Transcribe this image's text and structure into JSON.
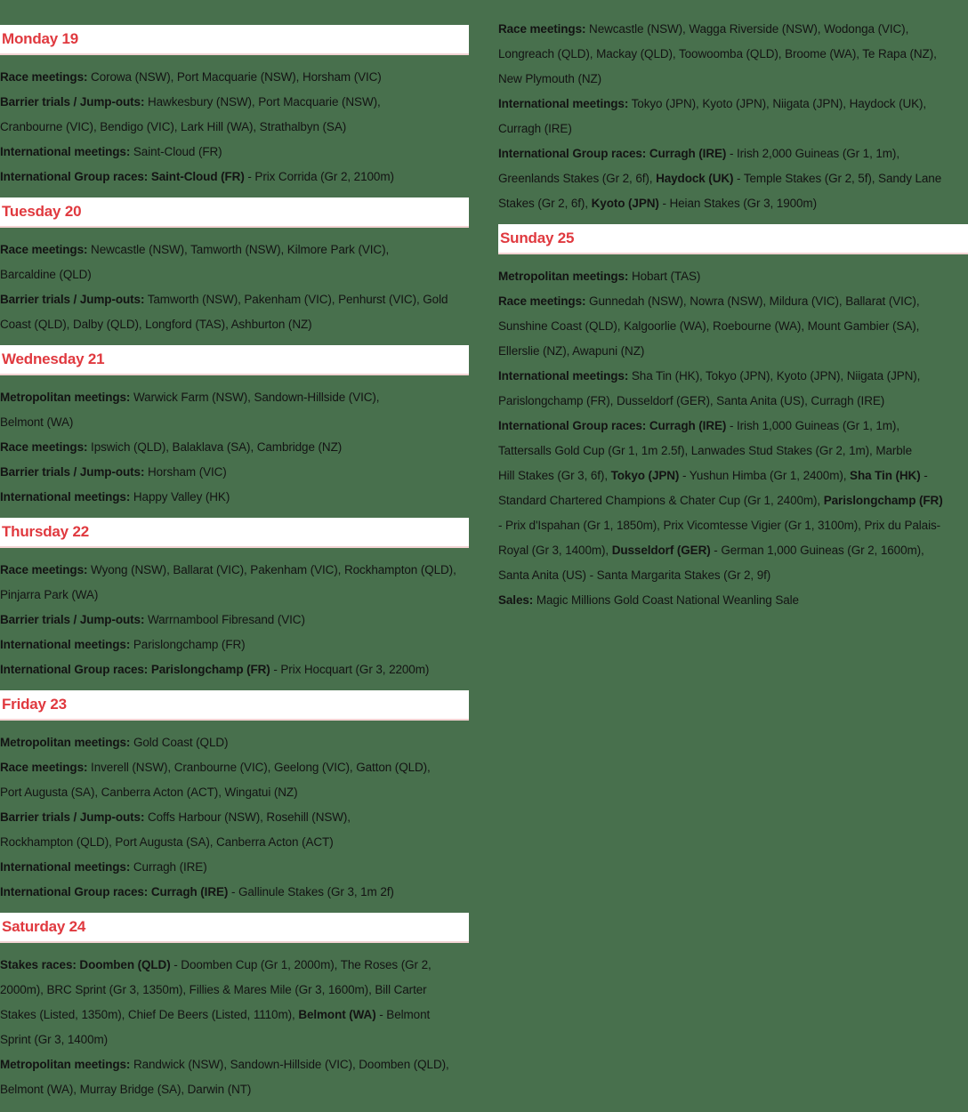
{
  "page": {
    "background_color": "#48704d",
    "bar_color": "#ffffff",
    "bar_underline_color": "#f3d3d3",
    "day_title_color": "#e0393f",
    "body_text_color": "#131313"
  },
  "calendar": {
    "columns": [
      {
        "blocks": [
          {
            "day": "Monday 19"
          },
          {
            "paragraph": [
              {
                "t": "Race meetings:",
                "bold": true
              },
              {
                "t": " Corowa (NSW), Port Macquarie (NSW), Horsham (VIC)"
              }
            ]
          },
          {
            "paragraph": [
              {
                "t": "Barrier trials / Jump-outs:",
                "bold": true
              },
              {
                "t": " Hawkesbury (NSW), Port Macquarie (NSW),\nCranbourne (VIC), Bendigo (VIC), Lark Hill (WA), Strathalbyn (SA)"
              }
            ]
          },
          {
            "paragraph": [
              {
                "t": "International meetings:",
                "bold": true
              },
              {
                "t": " Saint-Cloud (FR)"
              }
            ]
          },
          {
            "paragraph": [
              {
                "t": "International Group races: Saint-Cloud (FR)",
                "bold": true
              },
              {
                "t": " - Prix Corrida (Gr 2, 2100m)"
              }
            ]
          },
          {
            "day": "Tuesday 20"
          },
          {
            "paragraph": [
              {
                "t": "Race meetings:",
                "bold": true
              },
              {
                "t": " Newcastle (NSW), Tamworth (NSW), Kilmore Park (VIC),\nBarcaldine (QLD)"
              }
            ]
          },
          {
            "paragraph": [
              {
                "t": "Barrier trials / Jump-outs:",
                "bold": true
              },
              {
                "t": " Tamworth (NSW), Pakenham (VIC), Penhurst (VIC), Gold\nCoast (QLD), Dalby (QLD), Longford (TAS), Ashburton (NZ)"
              }
            ]
          },
          {
            "day": "Wednesday 21"
          },
          {
            "paragraph": [
              {
                "t": "Metropolitan meetings:",
                "bold": true
              },
              {
                "t": " Warwick Farm (NSW), Sandown-Hillside (VIC),\nBelmont (WA)"
              }
            ]
          },
          {
            "paragraph": [
              {
                "t": "Race meetings:",
                "bold": true
              },
              {
                "t": " Ipswich (QLD), Balaklava (SA), Cambridge (NZ)"
              }
            ]
          },
          {
            "paragraph": [
              {
                "t": "Barrier trials / Jump-outs:",
                "bold": true
              },
              {
                "t": " Horsham (VIC)"
              }
            ]
          },
          {
            "paragraph": [
              {
                "t": "International meetings:",
                "bold": true
              },
              {
                "t": " Happy Valley (HK)"
              }
            ]
          },
          {
            "day": "Thursday 22"
          },
          {
            "paragraph": [
              {
                "t": "Race meetings:",
                "bold": true
              },
              {
                "t": " Wyong (NSW), Ballarat (VIC), Pakenham (VIC), Rockhampton (QLD),\nPinjarra Park (WA)"
              }
            ]
          },
          {
            "paragraph": [
              {
                "t": "Barrier trials / Jump-outs:",
                "bold": true
              },
              {
                "t": " Warrnambool Fibresand (VIC)"
              }
            ]
          },
          {
            "paragraph": [
              {
                "t": "International meetings:",
                "bold": true
              },
              {
                "t": " Parislongchamp (FR)"
              }
            ]
          },
          {
            "paragraph": [
              {
                "t": "International Group races: Parislongchamp (FR)",
                "bold": true
              },
              {
                "t": " - Prix Hocquart (Gr 3, 2200m)"
              }
            ]
          },
          {
            "day": "Friday 23"
          },
          {
            "paragraph": [
              {
                "t": "Metropolitan meetings:",
                "bold": true
              },
              {
                "t": " Gold Coast (QLD)"
              }
            ]
          },
          {
            "paragraph": [
              {
                "t": "Race meetings:",
                "bold": true
              },
              {
                "t": " Inverell (NSW), Cranbourne (VIC), Geelong (VIC), Gatton (QLD),\nPort Augusta (SA), Canberra Acton (ACT), Wingatui (NZ)"
              }
            ]
          },
          {
            "paragraph": [
              {
                "t": "Barrier trials / Jump-outs:",
                "bold": true
              },
              {
                "t": " Coffs Harbour (NSW), Rosehill (NSW),\nRockhampton (QLD), Port Augusta (SA), Canberra Acton (ACT)"
              }
            ]
          },
          {
            "paragraph": [
              {
                "t": "International meetings:",
                "bold": true
              },
              {
                "t": " Curragh (IRE)"
              }
            ]
          },
          {
            "paragraph": [
              {
                "t": "International Group races: Curragh (IRE)",
                "bold": true
              },
              {
                "t": " - Gallinule Stakes (Gr 3, 1m 2f)"
              }
            ]
          },
          {
            "day": "Saturday 24"
          },
          {
            "paragraph": [
              {
                "t": "Stakes races: Doomben (QLD)",
                "bold": true
              },
              {
                "t": " - Doomben Cup (Gr 1, 2000m), The Roses (Gr 2,\n2000m), BRC Sprint (Gr 3, 1350m), Fillies & Mares Mile (Gr 3, 1600m), Bill Carter\nStakes (Listed, 1350m), Chief De Beers (Listed, 1110m), "
              },
              {
                "t": "Belmont (WA)",
                "bold": true
              },
              {
                "t": " - Belmont\nSprint (Gr 3, 1400m)"
              }
            ]
          },
          {
            "paragraph": [
              {
                "t": "Metropolitan meetings:",
                "bold": true
              },
              {
                "t": " Randwick (NSW), Sandown-Hillside (VIC), Doomben (QLD),\nBelmont (WA), Murray Bridge (SA), Darwin (NT)"
              }
            ]
          }
        ]
      },
      {
        "blocks": [
          {
            "paragraph": [
              {
                "t": "Race meetings:",
                "bold": true
              },
              {
                "t": " Newcastle (NSW), Wagga Riverside (NSW), Wodonga (VIC),\nLongreach (QLD), Mackay (QLD), Toowoomba (QLD), Broome (WA), Te Rapa (NZ),\nNew Plymouth (NZ)"
              }
            ]
          },
          {
            "paragraph": [
              {
                "t": "International meetings:",
                "bold": true
              },
              {
                "t": " Tokyo (JPN), Kyoto (JPN), Niigata (JPN), Haydock (UK),\nCurragh (IRE)"
              }
            ]
          },
          {
            "paragraph": [
              {
                "t": "International Group races: Curragh (IRE)",
                "bold": true
              },
              {
                "t": " - Irish 2,000 Guineas (Gr 1, 1m),\nGreenlands Stakes (Gr 2, 6f), "
              },
              {
                "t": "Haydock (UK)",
                "bold": true
              },
              {
                "t": " - Temple Stakes (Gr 2, 5f), Sandy Lane\nStakes (Gr 2, 6f), "
              },
              {
                "t": "Kyoto (JPN)",
                "bold": true
              },
              {
                "t": " - Heian Stakes (Gr 3, 1900m)"
              }
            ]
          },
          {
            "day": "Sunday 25"
          },
          {
            "paragraph": [
              {
                "t": "Metropolitan meetings:",
                "bold": true
              },
              {
                "t": " Hobart (TAS)"
              }
            ]
          },
          {
            "paragraph": [
              {
                "t": "Race meetings:",
                "bold": true
              },
              {
                "t": " Gunnedah (NSW), Nowra (NSW), Mildura (VIC), Ballarat (VIC),\nSunshine Coast (QLD), Kalgoorlie (WA), Roebourne (WA), Mount Gambier (SA),\nEllerslie (NZ), Awapuni (NZ)"
              }
            ]
          },
          {
            "paragraph": [
              {
                "t": "International meetings:",
                "bold": true
              },
              {
                "t": " Sha Tin (HK), Tokyo (JPN), Kyoto (JPN), Niigata (JPN),\nParislongchamp (FR), Dusseldorf (GER), Santa Anita (US), Curragh (IRE)"
              }
            ]
          },
          {
            "paragraph": [
              {
                "t": "International Group races: Curragh (IRE)",
                "bold": true
              },
              {
                "t": " - Irish 1,000 Guineas (Gr 1, 1m),\nTattersalls Gold Cup (Gr 1, 1m 2.5f), Lanwades Stud Stakes (Gr 2, 1m), Marble\nHill Stakes (Gr 3, 6f), "
              },
              {
                "t": "Tokyo (JPN)",
                "bold": true
              },
              {
                "t": " - Yushun Himba (Gr 1, 2400m), "
              },
              {
                "t": "Sha Tin (HK)",
                "bold": true
              },
              {
                "t": " -\nStandard Chartered Champions & Chater Cup (Gr 1, 2400m), "
              },
              {
                "t": "Parislongchamp (FR)",
                "bold": true
              },
              {
                "t": "\n- Prix d'Ispahan (Gr 1, 1850m), Prix Vicomtesse Vigier (Gr 1, 3100m), Prix du Palais-\nRoyal (Gr 3, 1400m), "
              },
              {
                "t": "Dusseldorf (GER)",
                "bold": true
              },
              {
                "t": " - German 1,000 Guineas (Gr 2, 1600m),\nSanta Anita (US) - Santa Margarita Stakes (Gr 2, 9f)"
              }
            ]
          },
          {
            "paragraph": [
              {
                "t": "Sales:",
                "bold": true
              },
              {
                "t": " Magic Millions Gold Coast National Weanling Sale"
              }
            ]
          }
        ]
      }
    ]
  }
}
